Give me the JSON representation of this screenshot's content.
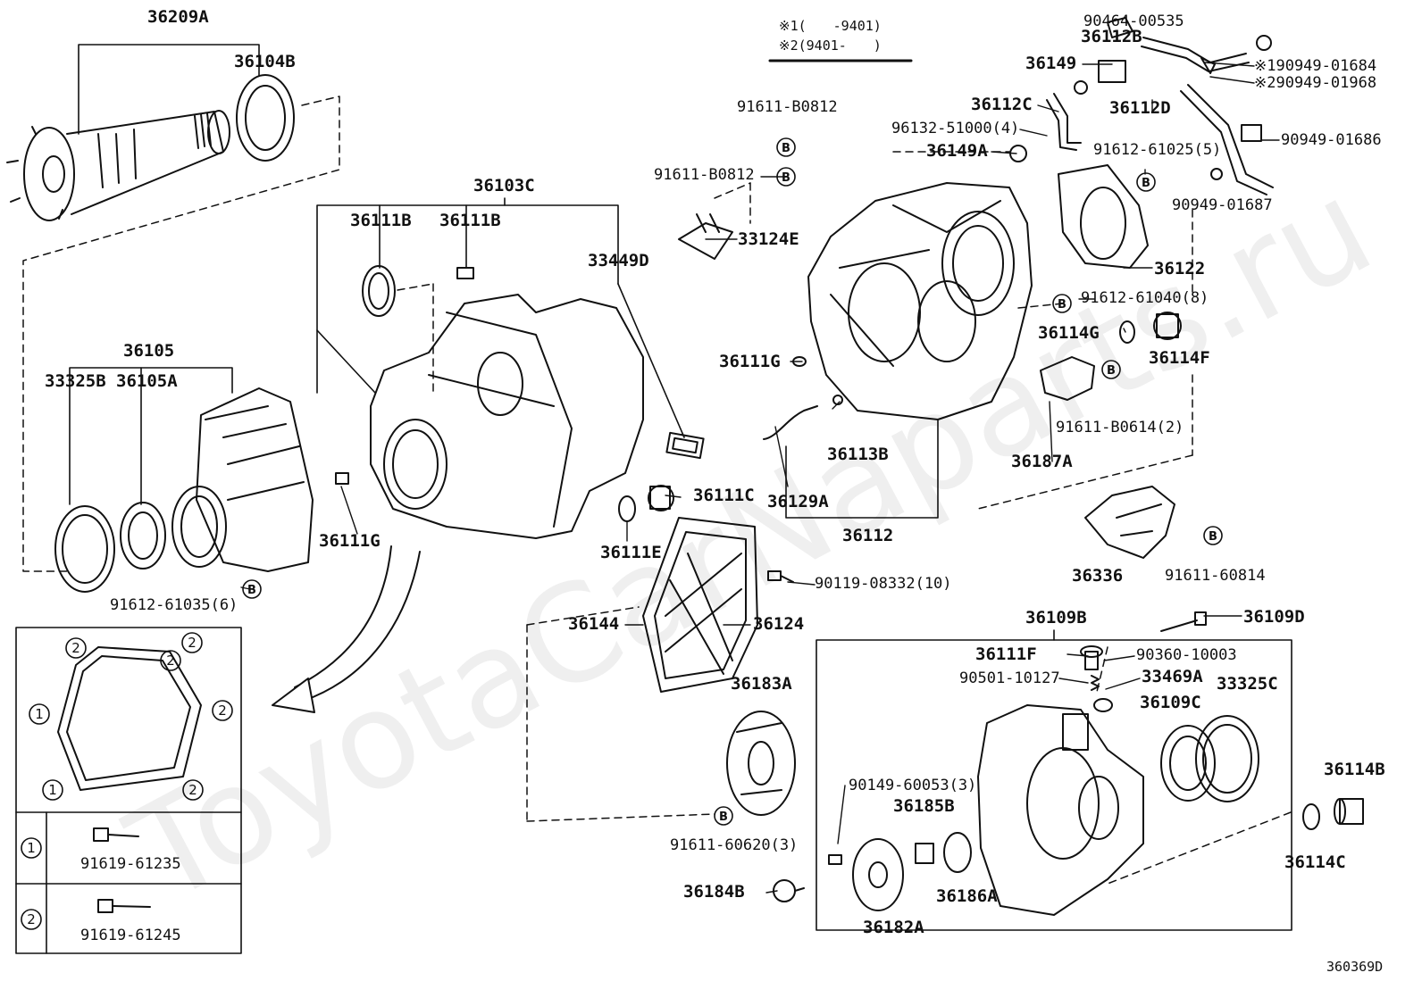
{
  "diagram_id": "360369D",
  "watermark": "ToyotaCarNaparts.ru",
  "legend": {
    "line1": "※1(　　-9401)",
    "line2": "※2(9401-　　)"
  },
  "inset": {
    "callouts": [
      "2",
      "2",
      "2",
      "1",
      "2",
      "1",
      "2"
    ],
    "row1_num": "1",
    "row1_part": "91619-61235",
    "row2_num": "2",
    "row2_part": "91619-61245"
  },
  "badge": "B",
  "labels": {
    "p36209A": "36209A",
    "p36104B": "36104B",
    "p36103C": "36103C",
    "p36111B_1": "36111B",
    "p36111B_2": "36111B",
    "p33449D": "33449D",
    "p36105": "36105",
    "p33325B": "33325B",
    "p36105A": "36105A",
    "p36111G_left": "36111G",
    "p91612_61035": "91612-61035(6)",
    "p91611_B0812_top": "91611-B0812",
    "p91611_B0812_mid": "91611-B0812",
    "p33124E": "33124E",
    "p36111C": "36111C",
    "p36111E": "36111E",
    "p90119_08332": "90119-08332(10)",
    "p36144": "36144",
    "p36124": "36124",
    "p36183A": "36183A",
    "p91611_60620": "91611-60620(3)",
    "p36184B": "36184B",
    "p90464_00535": "90464-00535",
    "p36112B": "36112B",
    "p36149": "36149",
    "p190949_01684": "※190949-01684",
    "p290949_01968": "※290949-01968",
    "p36112C": "36112C",
    "p36112D": "36112D",
    "p96132_51000": "96132-51000(4)",
    "p36149A": "36149A",
    "p91612_61025": "91612-61025(5)",
    "p90949_01686": "90949-01686",
    "p90949_01687": "90949-01687",
    "p36122": "36122",
    "p91612_61040": "91612-61040(8)",
    "p36114G": "36114G",
    "p36114F": "36114F",
    "p36111G_mid": "36111G",
    "p91611_B0614": "91611-B0614(2)",
    "p36187A": "36187A",
    "p36113B": "36113B",
    "p36129A": "36129A",
    "p36112": "36112",
    "p36336": "36336",
    "p91611_60814": "91611-60814",
    "p36109B": "36109B",
    "p36109D": "36109D",
    "p36111F": "36111F",
    "p90360_10003": "90360-10003",
    "p90501_10127": "90501-10127",
    "p33469A": "33469A",
    "p33325C": "33325C",
    "p36109C": "36109C",
    "p90149_60053": "90149-60053(3)",
    "p36185B": "36185B",
    "p36114B": "36114B",
    "p36114C": "36114C",
    "p36182A": "36182A",
    "p36186A": "36186A"
  }
}
